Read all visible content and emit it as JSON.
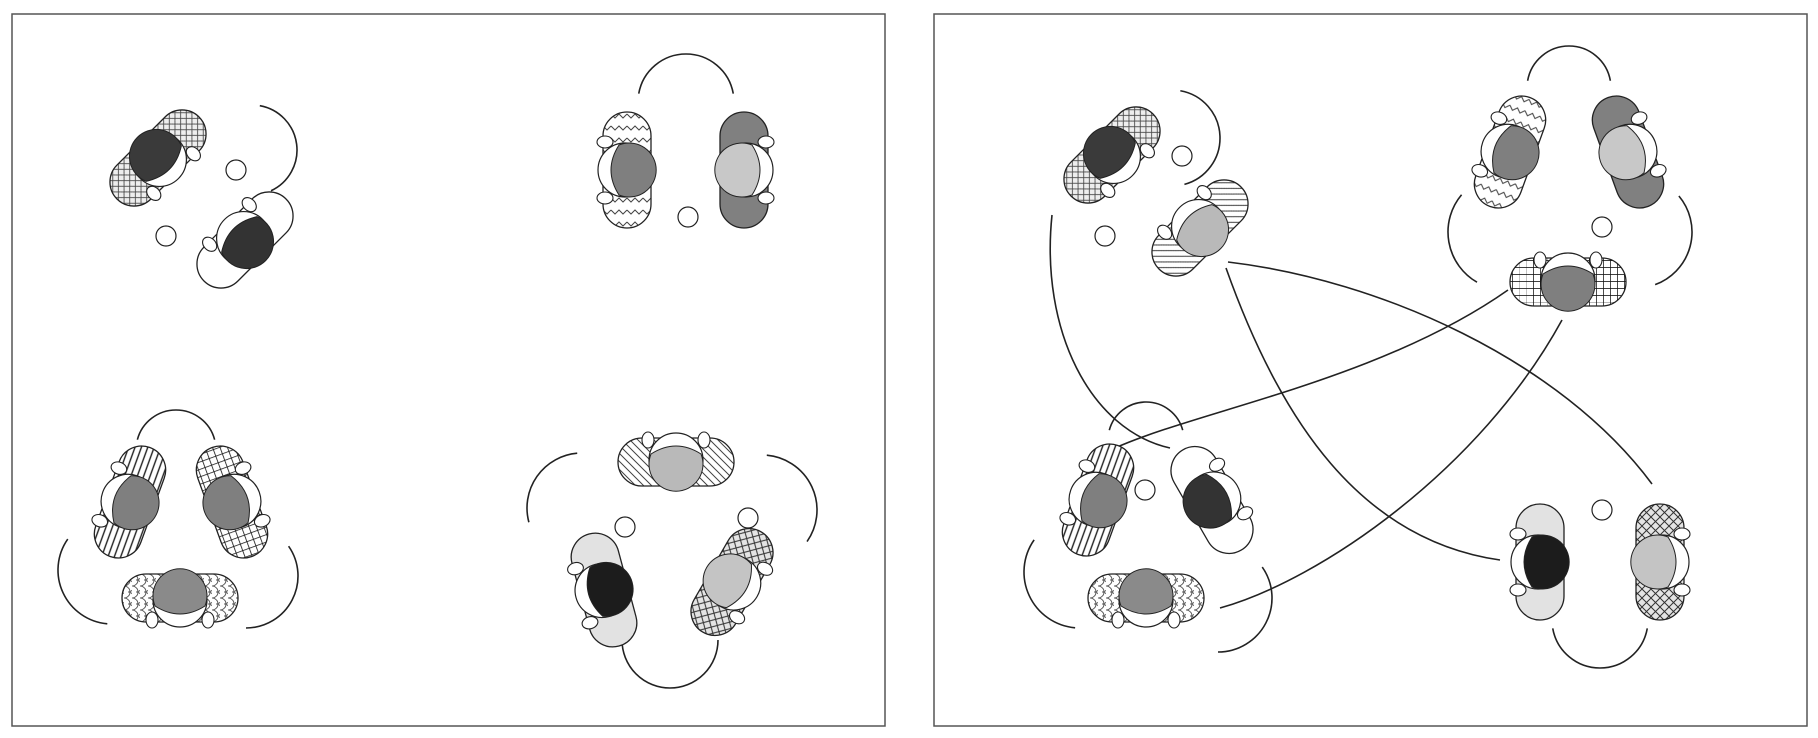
{
  "figure": {
    "panels": [
      {
        "id": "before",
        "groups": [
          {
            "id": "g1",
            "people": [
              {
                "id": "p1",
                "torso": "crosshatch",
                "hair": "#3a3a3a"
              },
              {
                "id": "p2",
                "torso": "plain",
                "hair": "#333333"
              }
            ]
          },
          {
            "id": "g2",
            "people": [
              {
                "id": "p3",
                "torso": "zigzag",
                "hair": "#7f7f7f"
              },
              {
                "id": "p4",
                "torso": "solid-gray",
                "hair": "#c8c8c8"
              }
            ]
          },
          {
            "id": "g3",
            "people": [
              {
                "id": "p5",
                "torso": "vertical-stripes",
                "hair": "#7f7f7f"
              },
              {
                "id": "p6",
                "torso": "grid",
                "hair": "#7f7f7f"
              },
              {
                "id": "p7",
                "torso": "scales",
                "hair": "#8a8a8a"
              }
            ]
          },
          {
            "id": "g4",
            "people": [
              {
                "id": "p8",
                "torso": "diagonal-stripes",
                "hair": "#b9b9b9"
              },
              {
                "id": "p9",
                "torso": "light-gray",
                "hair": "#1c1c1c"
              },
              {
                "id": "p10",
                "torso": "diamond-mesh",
                "hair": "#c4c4c4"
              }
            ]
          }
        ]
      },
      {
        "id": "after",
        "groups": [
          {
            "id": "h1",
            "people": [
              "p1",
              "p8"
            ]
          },
          {
            "id": "h2",
            "people": [
              "p3",
              "p4",
              "p6"
            ]
          },
          {
            "id": "h3",
            "people": [
              "p5",
              "p2",
              "p7"
            ]
          },
          {
            "id": "h4",
            "people": [
              "p9",
              "p10"
            ]
          }
        ],
        "links": [
          {
            "from": "p1",
            "to": "p5"
          },
          {
            "from": "p8",
            "to": "p9"
          },
          {
            "from": "p8",
            "to": "p10"
          },
          {
            "from": "p6",
            "to": "p5"
          },
          {
            "from": "p6",
            "to": "p7"
          }
        ]
      }
    ],
    "colors": {
      "frame": "#555555",
      "stroke": "#222222",
      "background": "#ffffff"
    }
  }
}
